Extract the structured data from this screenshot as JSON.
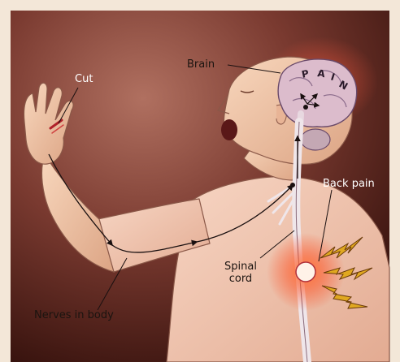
{
  "labels": {
    "cut": "Cut",
    "brain": "Brain",
    "back_pain": "Back pain",
    "spinal_line1": "Spinal",
    "spinal_line2": "cord",
    "nerves": "Nerves in body"
  },
  "brain_word": [
    "P",
    "A",
    "I",
    "N"
  ],
  "colors": {
    "background_dark": "#3b1410",
    "background_mid": "#8a4a40",
    "skin": "#f3c8a8",
    "shirt": "#f2c7b1",
    "brain": "#d9b9c9",
    "pain_glow": "#ff5a2a",
    "pain_bolt": "#d9a21a",
    "frame": "#f3e7d8"
  },
  "icons": [
    "nerve-path-arrow",
    "pain-bolt-icon",
    "pain-spot-icon"
  ]
}
